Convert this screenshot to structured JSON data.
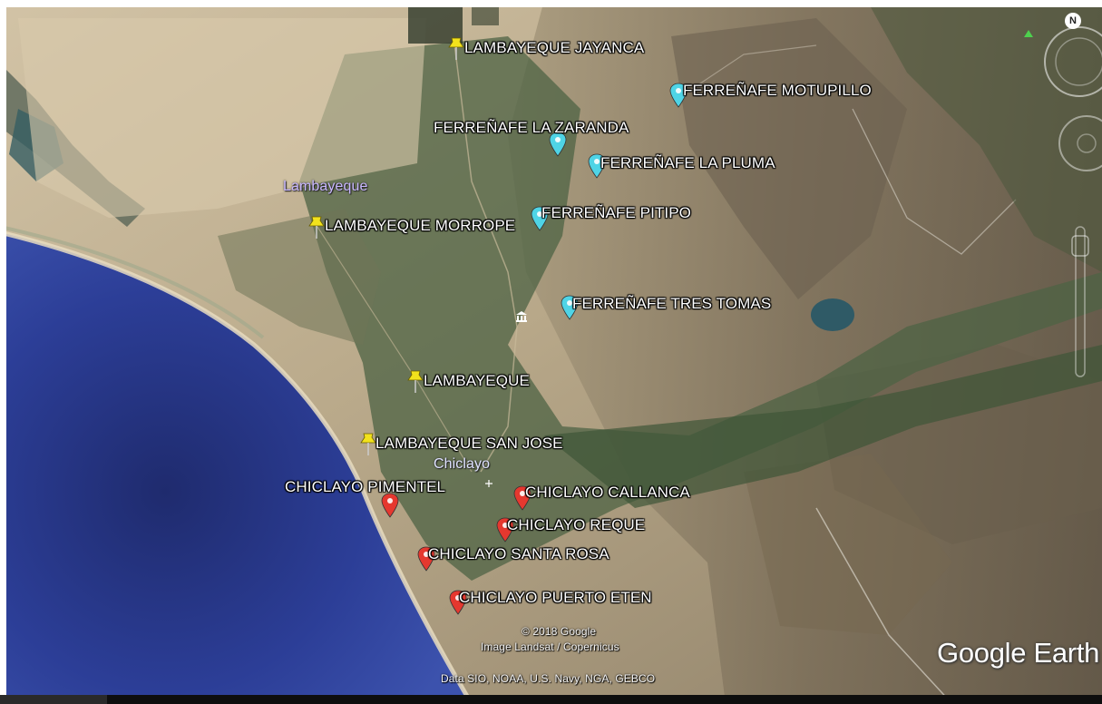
{
  "map": {
    "places": [
      {
        "id": "lambayeque-jayanca",
        "label": "LAMBAYEQUE JAYANCA",
        "color": "yellow"
      },
      {
        "id": "ferrenafe-motupillo",
        "label": "FERREÑAFE MOTUPILLO",
        "color": "cyan"
      },
      {
        "id": "ferrenafe-la-zaranda",
        "label": "FERREÑAFE LA ZARANDA",
        "color": "cyan"
      },
      {
        "id": "ferrenafe-la-pluma",
        "label": "FERREÑAFE LA PLUMA",
        "color": "cyan"
      },
      {
        "id": "ferrenafe-pitipo",
        "label": "FERREÑAFE PITIPO",
        "color": "cyan"
      },
      {
        "id": "lambayeque-morrope",
        "label": "LAMBAYEQUE MORROPE",
        "color": "yellow"
      },
      {
        "id": "ferrenafe-tres-tomas",
        "label": "FERREÑAFE TRES TOMAS",
        "color": "cyan"
      },
      {
        "id": "lambayeque",
        "label": "LAMBAYEQUE",
        "color": "yellow"
      },
      {
        "id": "lambayeque-san-jose",
        "label": "LAMBAYEQUE SAN JOSE",
        "color": "yellow"
      },
      {
        "id": "chiclayo-pimentel",
        "label": "CHICLAYO PIMENTEL",
        "color": "red"
      },
      {
        "id": "chiclayo-callanca",
        "label": "CHICLAYO CALLANCA",
        "color": "red"
      },
      {
        "id": "chiclayo-reque",
        "label": "CHICLAYO REQUE",
        "color": "red"
      },
      {
        "id": "chiclayo-santa-rosa",
        "label": "CHICLAYO SANTA ROSA",
        "color": "red"
      },
      {
        "id": "chiclayo-puerto-eten",
        "label": "CHICLAYO PUERTO ETEN",
        "color": "red"
      }
    ],
    "cities": {
      "lambayeque": "Lambayeque",
      "chiclayo": "Chiclayo"
    },
    "credits": {
      "copyright": "© 2018 Google",
      "imagery": "Image Landsat / Copernicus",
      "data": "Data SIO, NOAA, U.S. Navy, NGA, GEBCO"
    },
    "brand": "Google Earth",
    "compass_letter": "N",
    "colors": {
      "yellow": "#f2e21c",
      "cyan": "#4fd4e6",
      "red": "#e5382f",
      "ocean": "#2d3f9a",
      "desert": "#c9b79a",
      "vegetation": "#3f5a3a"
    }
  }
}
